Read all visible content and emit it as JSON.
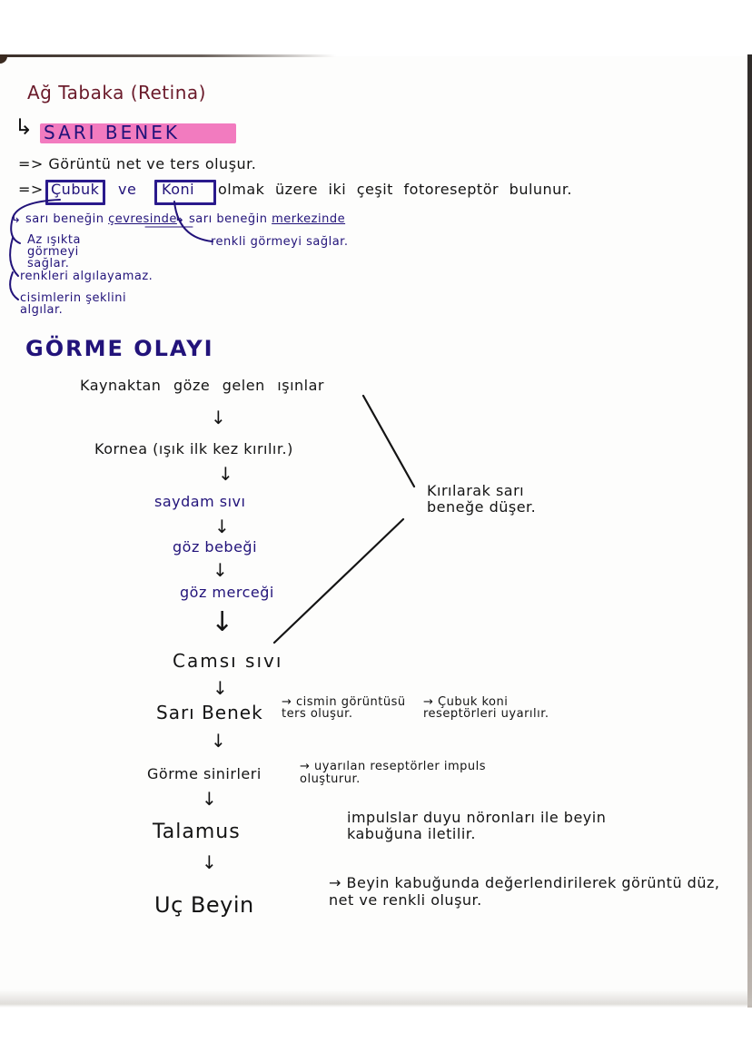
{
  "page": {
    "background": "#fdfdfc",
    "ink_colors": {
      "heading_maroon": "#6a1a2a",
      "navy_marker": "#22137a",
      "black_pen": "#141414",
      "highlighter_pink": "#f064b4"
    }
  },
  "section1": {
    "title": "Ağ Tabaka (Retina)",
    "subheading_arrow": "↳",
    "subheading": "SARI BENEK",
    "bullet1": {
      "arrow": "=>",
      "text": "Görüntü net ve ters oluşur."
    },
    "bullet2": {
      "arrow": "=>",
      "cubuk": "Çubuk",
      "ve": "ve",
      "koni": "Koni",
      "rest": "olmak üzere iki çeşit fotoreseptör bulunur."
    },
    "cubuk_branch": {
      "location_prefix": "↳ sarı beneğin",
      "location_emph": "çevresinde",
      "items": [
        "Az ışıkta görmeyi sağlar.",
        "renkleri algılayamaz.",
        "cisimlerin şeklini algılar."
      ]
    },
    "koni_branch": {
      "location_prefix": "↳ sarı beneğin",
      "location_emph": "merkezinde",
      "items": [
        "renkli görmeyi sağlar."
      ]
    }
  },
  "section2": {
    "title": "GÖRME OLAYI",
    "flow": [
      {
        "step": "Kaynaktan göze gelen ışınlar"
      },
      {
        "step": "Kornea (ışık ilk kez kırılır.)"
      },
      {
        "step": "saydam sıvı"
      },
      {
        "step": "göz bebeği"
      },
      {
        "step": "göz merceği"
      },
      {
        "step": "Camsı sıvı"
      },
      {
        "step": "Sarı Benek",
        "note1": "→ cismin görüntüsü ters oluşur.",
        "note2": "→ Çubuk koni reseptörleri uyarılır."
      },
      {
        "step": "Görme sinirleri",
        "note1": "→ uyarılan reseptörler impuls oluşturur."
      },
      {
        "step": "Talamus",
        "note1": "impulslar duyu nöronları ile beyin kabuğuna iletilir."
      },
      {
        "step": "Uç Beyin",
        "note1": "→ Beyin kabuğunda değerlendirilerek görüntü düz, net ve renkli oluşur."
      }
    ],
    "side_note": "Kırılarak sarı beneğe düşer.",
    "arrow_glyph": "↓"
  }
}
